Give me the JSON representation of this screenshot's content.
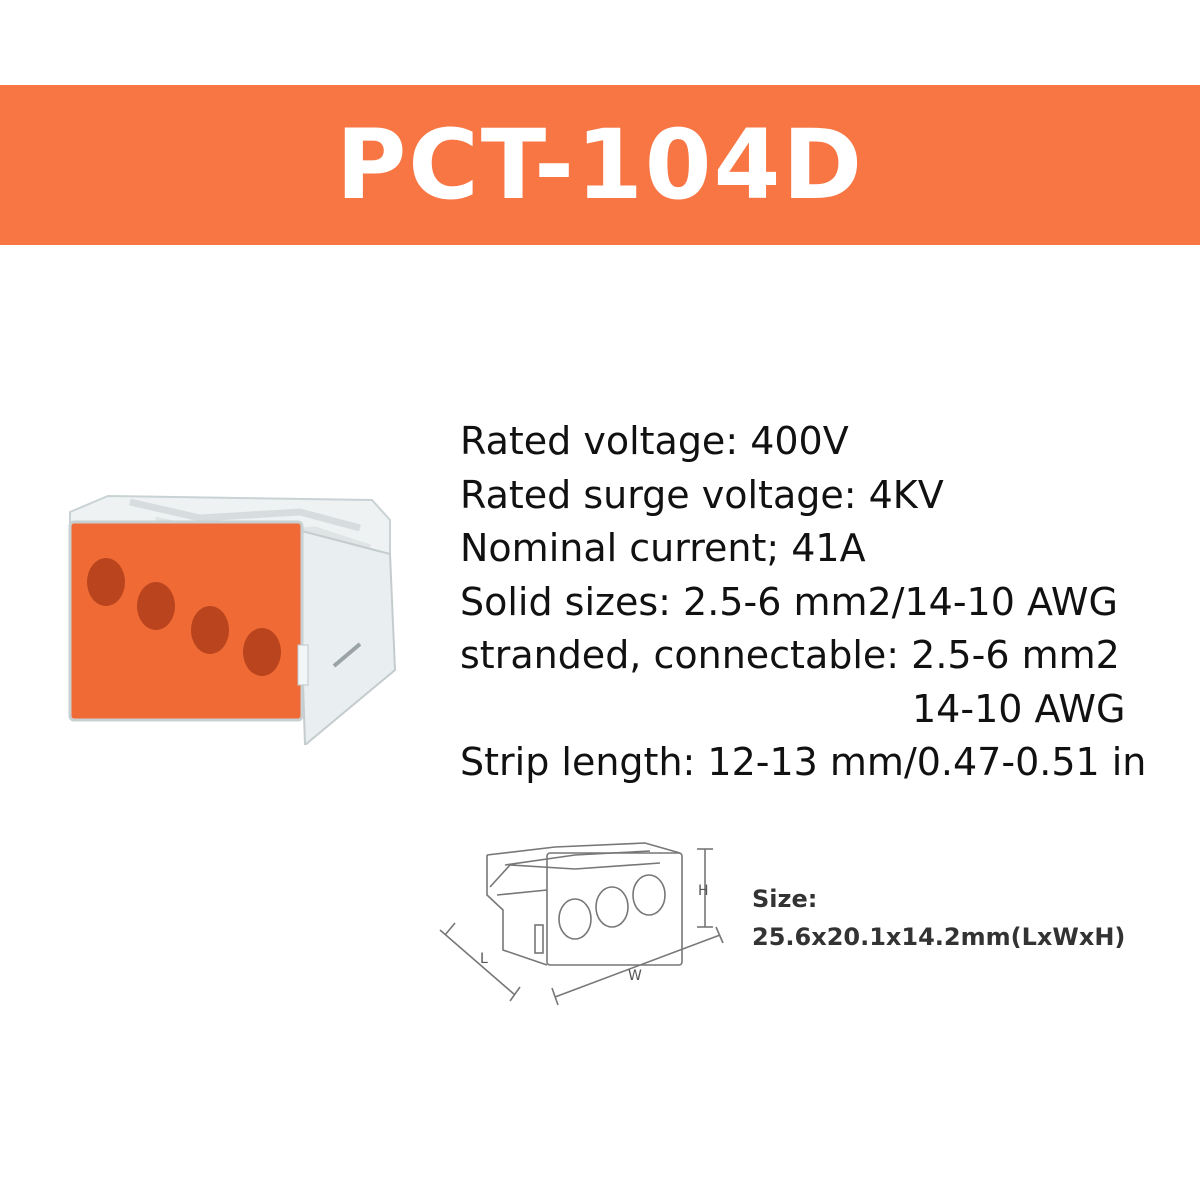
{
  "banner": {
    "title": "PCT-104D",
    "color": "#f87544"
  },
  "specs": [
    "Rated voltage: 400V",
    "Rated surge voltage: 4KV",
    "Nominal current; 41A",
    "Solid sizes: 2.5-6 mm2/14-10 AWG",
    "stranded, connectable: 2.5-6 mm2",
    "14-10 AWG",
    "Strip length: 12-13 mm/0.47-0.51 in"
  ],
  "dimensions": {
    "size_heading": "Size:",
    "size_value": "25.6x20.1x14.2mm(LxWxH)",
    "label_h": "H",
    "label_l": "L",
    "label_w": "W"
  },
  "colors": {
    "body_orange": "#f0622f",
    "hole_dark": "#b8401b"
  }
}
